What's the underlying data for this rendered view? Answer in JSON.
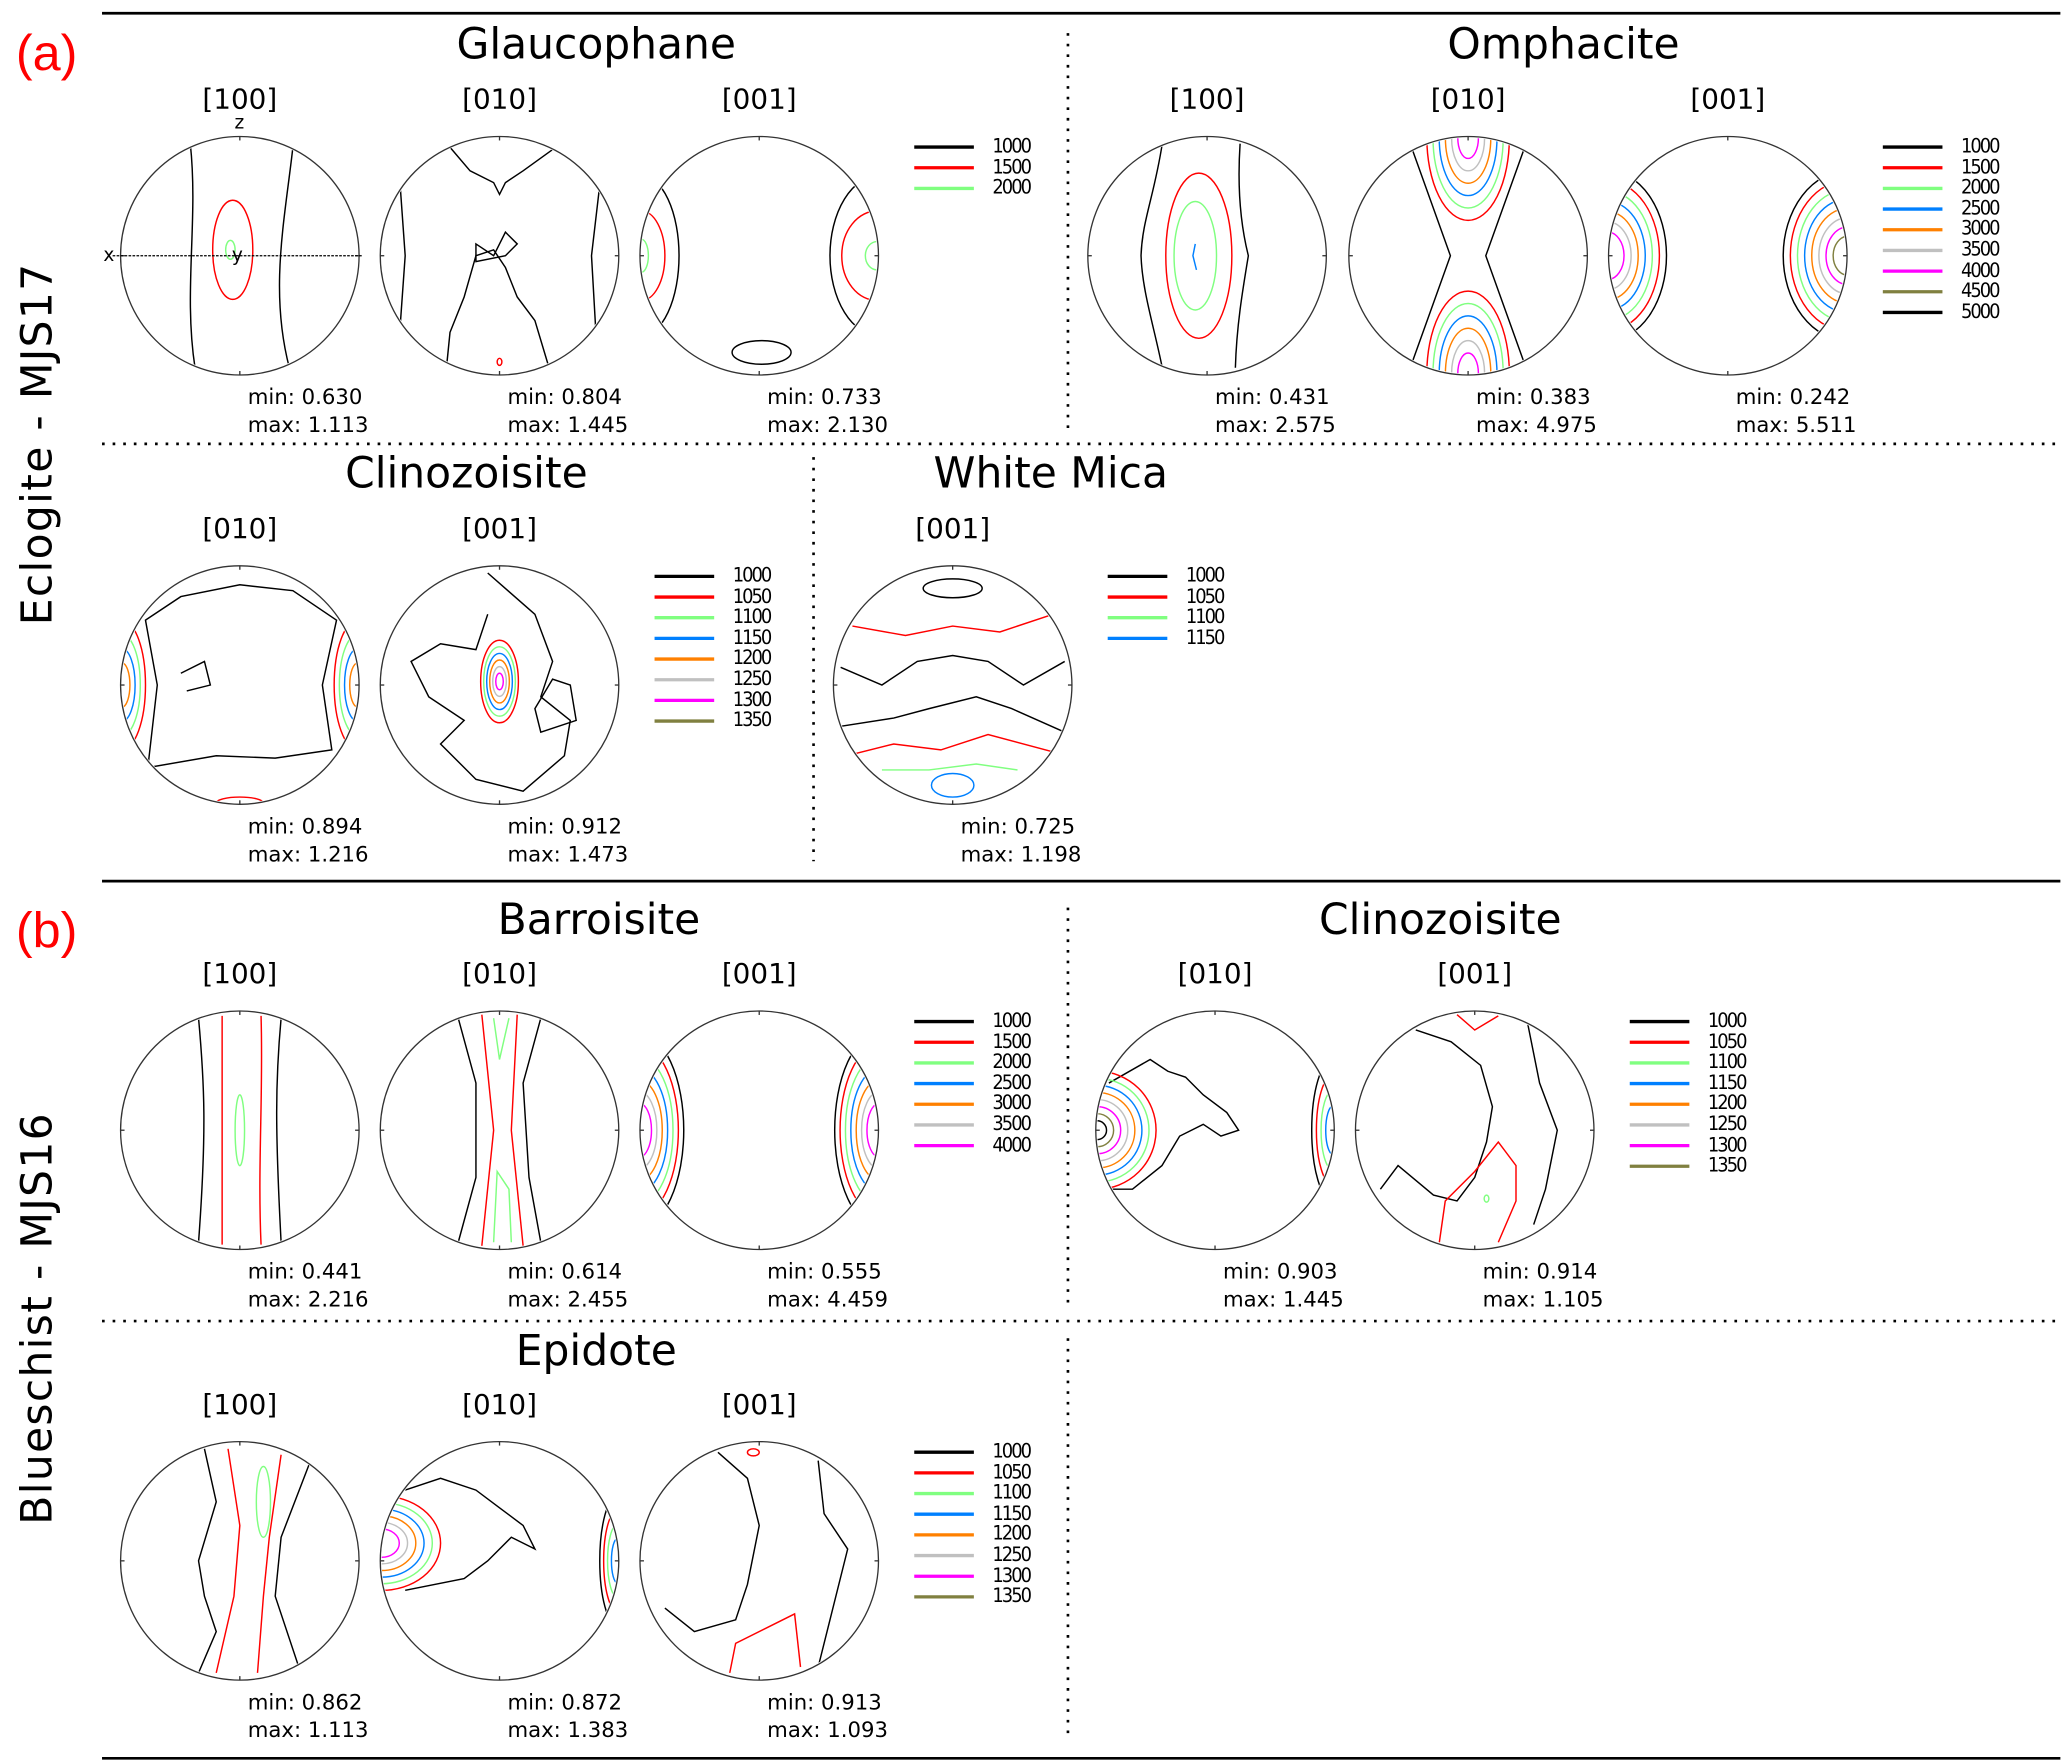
{
  "sections": [
    {
      "letter": "(a)",
      "sample": "Eclogite - MJS17",
      "minerals": [
        {
          "name": "Glaucophane",
          "legend": [
            "1000",
            "1500",
            "2000"
          ],
          "plots": [
            {
              "axis": "[100]",
              "min": "min: 0.630",
              "max": "max: 1.113",
              "ref_axes": {
                "z": "z",
                "x": "x",
                "y": "y"
              }
            },
            {
              "axis": "[010]",
              "min": "min: 0.804",
              "max": "max: 1.445"
            },
            {
              "axis": "[001]",
              "min": "min: 0.733",
              "max": "max: 2.130"
            }
          ]
        },
        {
          "name": "Omphacite",
          "legend": [
            "1000",
            "1500",
            "2000",
            "2500",
            "3000",
            "3500",
            "4000",
            "4500",
            "5000"
          ],
          "plots": [
            {
              "axis": "[100]",
              "min": "min: 0.431",
              "max": "max: 2.575"
            },
            {
              "axis": "[010]",
              "min": "min: 0.383",
              "max": "max: 4.975"
            },
            {
              "axis": "[001]",
              "min": "min: 0.242",
              "max": "max: 5.511"
            }
          ]
        },
        {
          "name": "Clinozoisite",
          "legend": [
            "1000",
            "1050",
            "1100",
            "1150",
            "1200",
            "1250",
            "1300",
            "1350"
          ],
          "plots": [
            {
              "axis": "[010]",
              "min": "min: 0.894",
              "max": "max: 1.216"
            },
            {
              "axis": "[001]",
              "min": "min: 0.912",
              "max": "max: 1.473"
            }
          ]
        },
        {
          "name": "White Mica",
          "legend": [
            "1000",
            "1050",
            "1100",
            "1150"
          ],
          "plots": [
            {
              "axis": "[001]",
              "min": "min: 0.725",
              "max": "max: 1.198"
            }
          ]
        }
      ]
    },
    {
      "letter": "(b)",
      "sample": "Blueschist - MJS16",
      "minerals": [
        {
          "name": "Barroisite",
          "legend": [
            "1000",
            "1500",
            "2000",
            "2500",
            "3000",
            "3500",
            "4000"
          ],
          "plots": [
            {
              "axis": "[100]",
              "min": "min: 0.441",
              "max": "max: 2.216"
            },
            {
              "axis": "[010]",
              "min": "min: 0.614",
              "max": "max: 2.455"
            },
            {
              "axis": "[001]",
              "min": "min: 0.555",
              "max": "max: 4.459"
            }
          ]
        },
        {
          "name": "Clinozoisite",
          "legend": [
            "1000",
            "1050",
            "1100",
            "1150",
            "1200",
            "1250",
            "1300",
            "1350"
          ],
          "plots": [
            {
              "axis": "[010]",
              "min": "min: 0.903",
              "max": "max: 1.445"
            },
            {
              "axis": "[001]",
              "min": "min: 0.914",
              "max": "max: 1.105"
            }
          ]
        },
        {
          "name": "Epidote",
          "legend": [
            "1000",
            "1050",
            "1100",
            "1150",
            "1200",
            "1250",
            "1300",
            "1350"
          ],
          "plots": [
            {
              "axis": "[100]",
              "min": "min: 0.862",
              "max": "max: 1.113"
            },
            {
              "axis": "[010]",
              "min": "min: 0.872",
              "max": "max: 1.383"
            },
            {
              "axis": "[001]",
              "min": "min: 0.913",
              "max": "max: 1.093"
            }
          ]
        }
      ]
    }
  ],
  "contour_colors": [
    "#000000",
    "#ff0000",
    "#80ff80",
    "#0080ff",
    "#ff8000",
    "#c0c0c0",
    "#ff00ff",
    "#808040",
    "#000000"
  ]
}
